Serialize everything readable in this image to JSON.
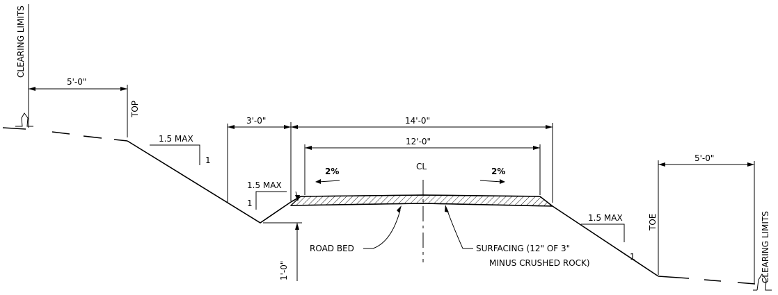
{
  "labels": {
    "clearing_limits_left": "CLEARING LIMITS",
    "clearing_limits_right": "CLEARING LIMITS",
    "top": "TOP",
    "toe": "TOE",
    "road_bed": "ROAD BED",
    "centerline": "CL",
    "surfacing_line1": "SURFACING (12\" OF 3\"",
    "surfacing_line2": "MINUS CRUSHED ROCK)"
  },
  "dimensions": {
    "left_clearing": "5'-0\"",
    "right_clearing": "5'-0\"",
    "ditch": "3'-0\"",
    "roadway": "14'-0\"",
    "surfacing": "12'-0\"",
    "ditch_depth": "1'-0\""
  },
  "slopes": {
    "cut_slope": {
      "ratio": "1.5  MAX",
      "rise": "1"
    },
    "ditch_slope": {
      "ratio": "1.5  MAX",
      "rise": "1"
    },
    "fill_slope": {
      "ratio": "1.5  MAX",
      "rise": "1"
    }
  },
  "grades": {
    "left": "2%",
    "right": "2%"
  }
}
